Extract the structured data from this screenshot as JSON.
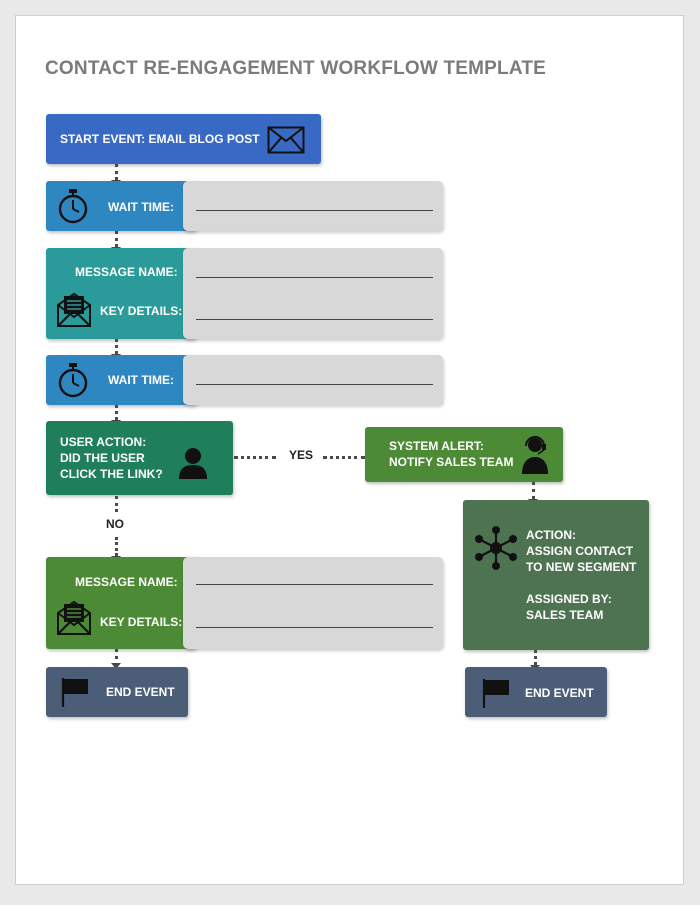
{
  "title": "CONTACT RE-ENGAGEMENT WORKFLOW TEMPLATE",
  "colors": {
    "start_blue": "#3869c4",
    "wait_blue": "#2f87c2",
    "teal": "#2a9a9a",
    "user_action_green": "#1e7f5a",
    "olive_green": "#4d8a35",
    "action_green": "#4e7351",
    "end_slate": "#4c5d78",
    "panel_gray": "#d8d8d8"
  },
  "start_event": {
    "label": "START EVENT:  EMAIL BLOG POST",
    "icon": "envelope-icon"
  },
  "wait_time_1": {
    "label": "WAIT TIME:",
    "icon": "stopwatch-icon"
  },
  "message_1": {
    "name_label": "MESSAGE NAME:",
    "details_label": "KEY  DETAILS:",
    "icon": "open-envelope-letter-icon"
  },
  "wait_time_2": {
    "label": "WAIT TIME:",
    "icon": "stopwatch-icon"
  },
  "user_action": {
    "lines": [
      "USER ACTION:",
      "DID THE USER",
      "CLICK THE LINK?"
    ],
    "icon": "user-icon"
  },
  "yes_label": "YES",
  "no_label": "NO",
  "system_alert": {
    "lines": [
      "SYSTEM ALERT:",
      "NOTIFY SALES TEAM"
    ],
    "icon": "headset-agent-icon"
  },
  "action": {
    "lines": [
      "ACTION:",
      "ASSIGN CONTACT",
      "TO NEW SEGMENT"
    ],
    "assigned_lines": [
      "ASSIGNED BY:",
      "SALES TEAM"
    ],
    "icon": "network-hub-icon"
  },
  "message_2": {
    "name_label": "MESSAGE NAME:",
    "details_label": "KEY  DETAILS:",
    "icon": "open-envelope-letter-icon"
  },
  "end_event_left": {
    "label": "END EVENT",
    "icon": "flag-icon"
  },
  "end_event_right": {
    "label": "END EVENT",
    "icon": "flag-icon"
  }
}
